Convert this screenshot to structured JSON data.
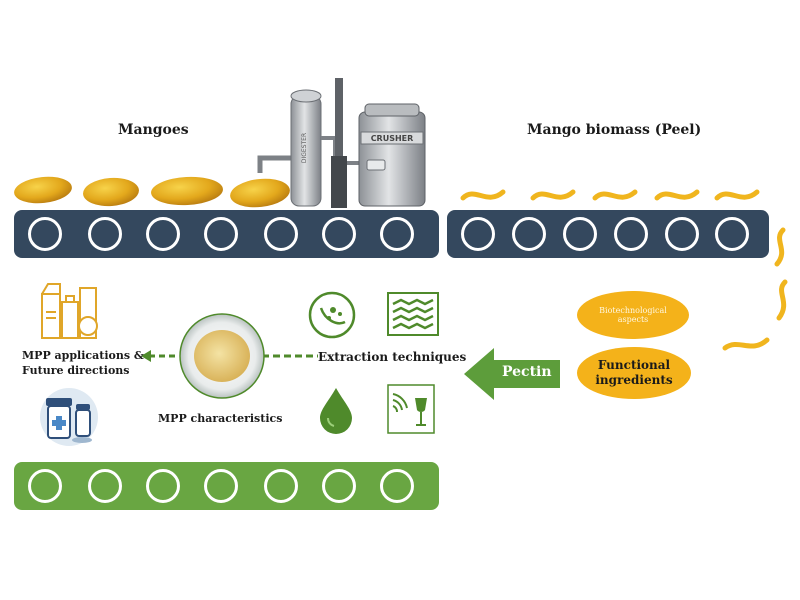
{
  "labels": {
    "mangoes": "Mangoes",
    "mango_biomass": "Mango biomass (Peel)",
    "mpp_applications": "MPP applications &",
    "future_directions": "Future directions",
    "mpp_characteristics": "MPP characteristics",
    "extraction_techniques": "Extraction techniques",
    "pectin": "Pectin",
    "biotechnological_aspects_line1": "Biotechnological",
    "biotechnological_aspects_line2": "aspects",
    "functional_line1": "Functional",
    "functional_line2": "ingredients",
    "crusher_text": "CRUSHER",
    "tank_text": "DIGESTER"
  },
  "colors": {
    "belt_dark": "#34485e",
    "belt_green": "#69a642",
    "mango": "#e2a81c",
    "oval": "#f4b21a",
    "pectin_arrow": "#5d9d3b",
    "icon_green": "#4f8a2b"
  }
}
